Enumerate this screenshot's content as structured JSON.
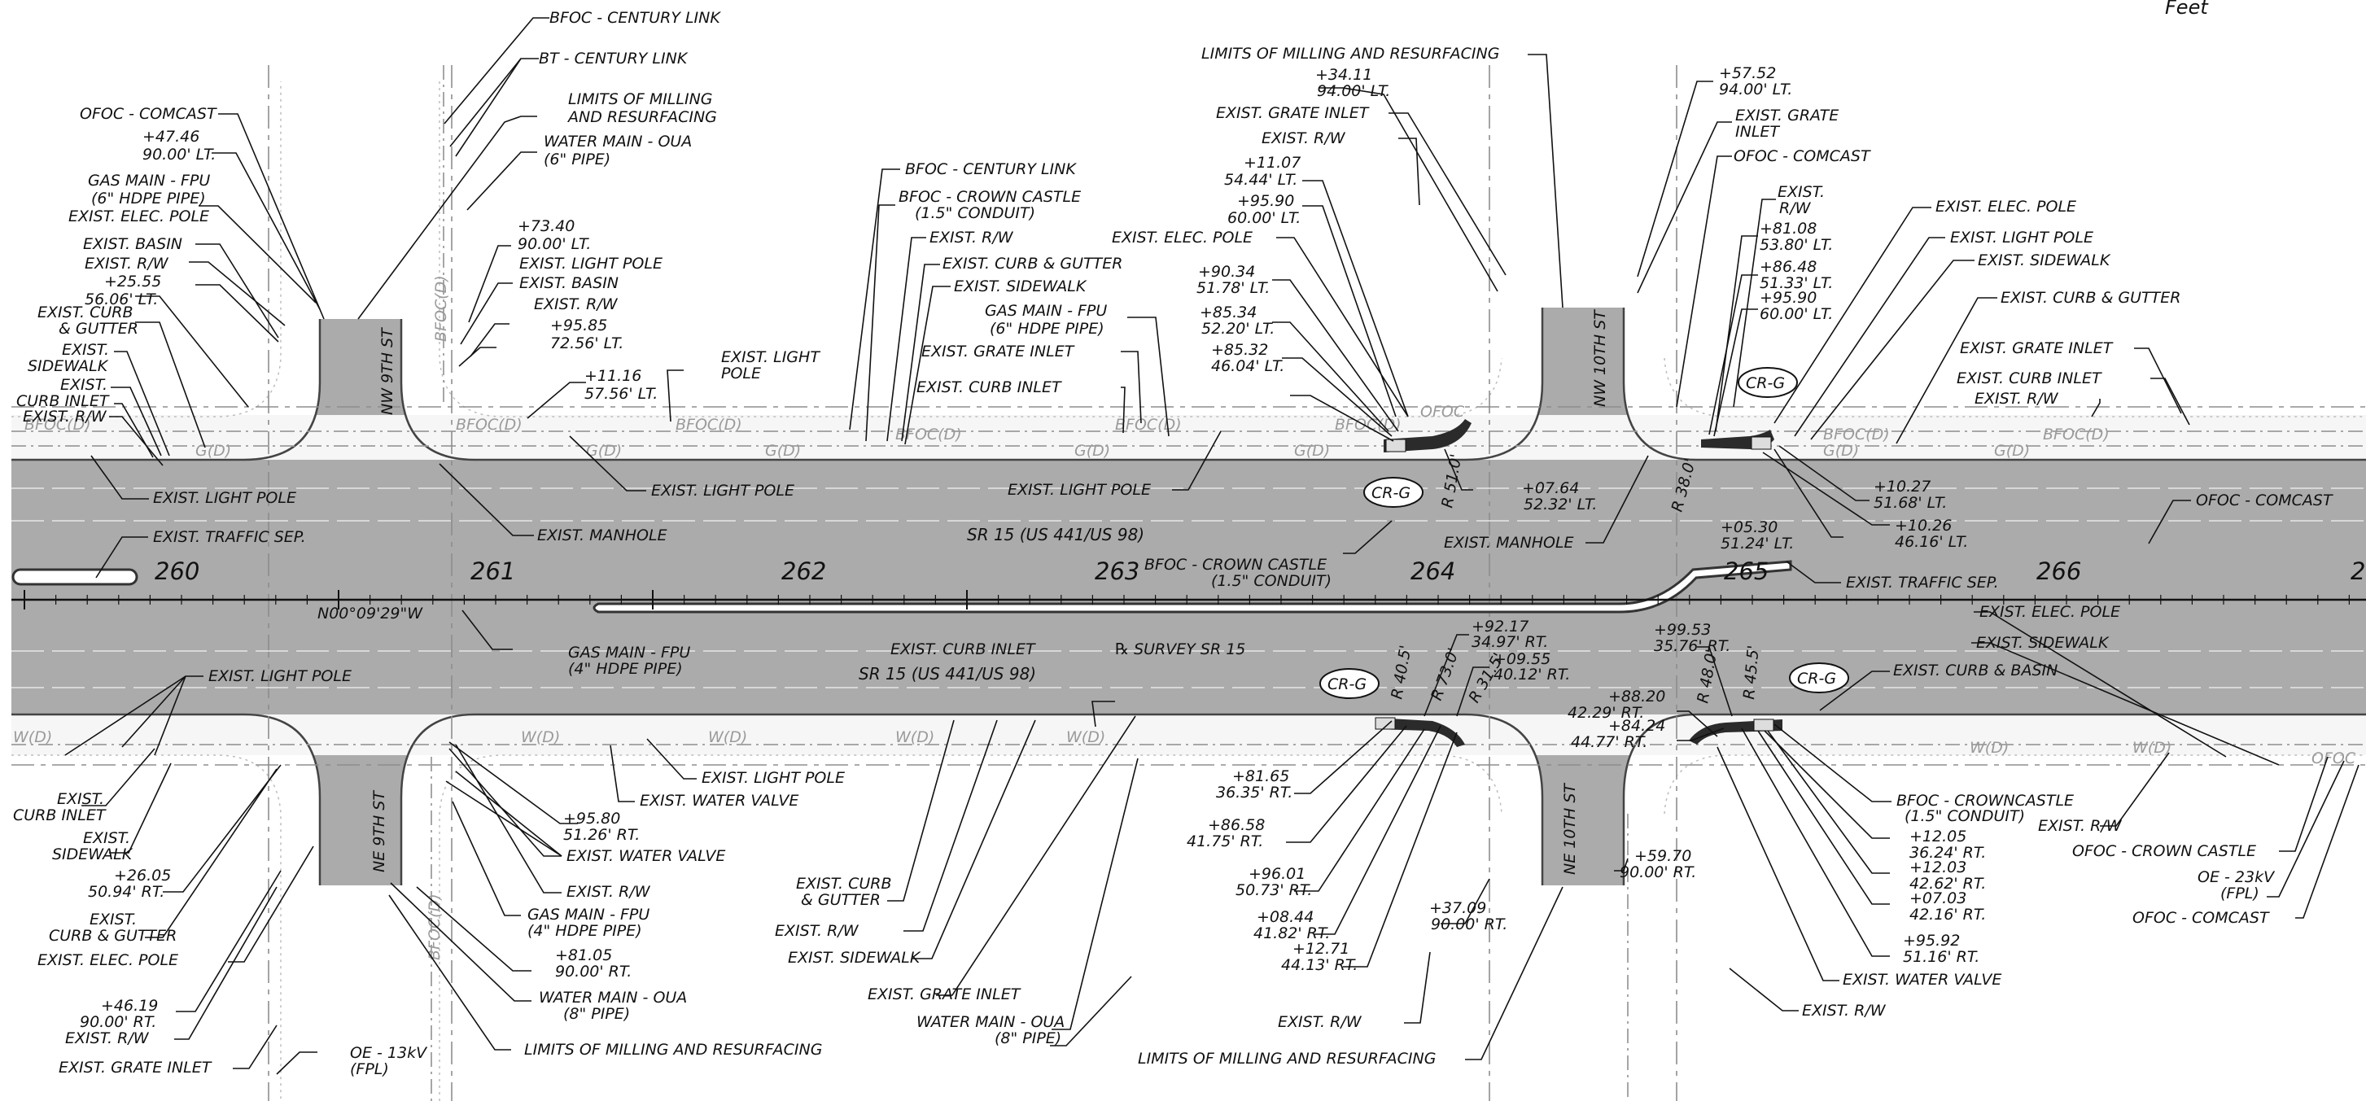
{
  "scale_unit": "Feet",
  "roadway": {
    "name_north": "SR 15 (US 441/US 98)",
    "name_south": "SR 15 (US 441/US 98)",
    "baseline": "℞ SURVEY SR 15",
    "bearing": "N00°09'29\"W",
    "stations": [
      "260",
      "261",
      "262",
      "263",
      "264",
      "265",
      "266",
      "2"
    ]
  },
  "streets": [
    "NW 9TH ST",
    "NE 9TH ST",
    "NW 10TH ST",
    "NE 10TH ST"
  ],
  "ramp_tag": "CR-G",
  "radii": [
    "R 51.0'",
    "R 38.0'",
    "R 40.5'",
    "R 73.0'",
    "R 31.5'",
    "R 48.0'",
    "R 45.5'"
  ],
  "utility_codes": {
    "bfoc": "BFOC(D)",
    "gas": "G(D)",
    "water": "W(D)",
    "ofoc": "OFOC"
  },
  "labels": {
    "bfoc_cl_top": "BFOC - CENTURY LINK",
    "bt_cl": "BT - CENTURY LINK",
    "ofoc_comcast_1": "OFOC - COMCAST",
    "limits_1a": "LIMITS OF MILLING",
    "limits_1b": "AND RESURFACING",
    "st_4746": "+47.46",
    "off_9000lt_a": "90.00' LT.",
    "wm_oua_1": "WATER MAIN - OUA",
    "wm_oua_1b": "(6\" PIPE)",
    "gas_fpu_1": "GAS MAIN - FPU",
    "gas_fpu_1b": "(6\" HDPE PIPE)",
    "elec_pole_1": "EXIST. ELEC. POLE",
    "basin_1": "EXIST. BASIN",
    "rw_1": "EXIST. R/W",
    "st_2555": "+25.55",
    "off_5606lt": "56.06' LT.",
    "curb_1a": "EXIST. CURB",
    "curb_1b": "& GUTTER",
    "sw_1a": "EXIST.",
    "sw_1b": "SIDEWALK",
    "ci_1a": "EXIST.",
    "ci_1b": "CURB INLET",
    "rw_2": "EXIST. R/W",
    "st_7340": "+73.40",
    "off_9000lt_b": "90.00' LT.",
    "lp_1": "EXIST. LIGHT POLE",
    "basin_2": "EXIST. BASIN",
    "rw_3": "EXIST. R/W",
    "st_9585": "+95.85",
    "off_7256lt": "72.56' LT.",
    "st_1116": "+11.16",
    "off_5756lt": "57.56' LT.",
    "lp_2a": "EXIST. LIGHT",
    "lp_2b": "POLE",
    "bfoc_cl_mid": "BFOC - CENTURY LINK",
    "bfoc_cc_a": "BFOC - CROWN CASTLE",
    "bfoc_cc_b": "(1.5\" CONDUIT)",
    "rw_4": "EXIST. R/W",
    "curb_2": "EXIST. CURB & GUTTER",
    "sw_2": "EXIST. SIDEWALK",
    "gas_fpu_2": "GAS MAIN - FPU",
    "gas_fpu_2b": "(6\" HDPE PIPE)",
    "gi_1": "EXIST. GRATE INLET",
    "ci_2": "EXIST. CURB INLET",
    "lp_3": "EXIST. LIGHT POLE",
    "lp_4": "EXIST. LIGHT POLE",
    "lp_5": "EXIST. LIGHT POLE",
    "manhole_1": "EXIST. MANHOLE",
    "traffic_sep_1": "EXIST. TRAFFIC SEP.",
    "limits_2": "LIMITS OF MILLING AND RESURFACING",
    "st_3411": "+34.11",
    "off_9400lt_a": "94.00' LT.",
    "gi_2": "EXIST. GRATE INLET",
    "rw_5": "EXIST. R/W",
    "st_1107": "+11.07",
    "off_5444lt": "54.44' LT.",
    "st_9590a": "+95.90",
    "off_6000lt_a": "60.00' LT.",
    "elec_pole_2": "EXIST. ELEC. POLE",
    "st_9034": "+90.34",
    "off_5178lt": "51.78' LT.",
    "st_8534": "+85.34",
    "off_5220lt": "52.20' LT.",
    "st_8532": "+85.32",
    "off_4604lt": "46.04' LT.",
    "st_0764": "+07.64",
    "off_5232lt": "52.32' LT.",
    "bfoc_cc_2a": "BFOC - CROWN CASTLE",
    "bfoc_cc_2b": "(1.5\" CONDUIT)",
    "st_5752": "+57.52",
    "off_9400lt_b": "94.00' LT.",
    "gi_3a": "EXIST. GRATE",
    "gi_3b": "INLET",
    "ofoc_comcast_2": "OFOC - COMCAST",
    "rw_6a": "EXIST.",
    "rw_6b": "R/W",
    "st_8108": "+81.08",
    "off_5380lt": "53.80' LT.",
    "st_8648": "+86.48",
    "off_5133lt": "51.33' LT.",
    "st_9590b": "+95.90",
    "off_6000lt_b": "60.00' LT.",
    "elec_pole_3": "EXIST. ELEC. POLE",
    "lp_6": "EXIST. LIGHT POLE",
    "sw_3": "EXIST. SIDEWALK",
    "curb_3": "EXIST. CURB  & GUTTER",
    "gi_4": "EXIST. GRATE INLET",
    "ci_3": "EXIST. CURB INLET",
    "rw_7": "EXIST. R/W",
    "st_1027": "+10.27",
    "off_5168lt": "51.68' LT.",
    "st_0530": "+05.30",
    "off_5124lt": "51.24' LT.",
    "st_1026": "+10.26",
    "off_4616lt": "46.16' LT.",
    "manhole_2": "EXIST. MANHOLE",
    "traffic_sep_2": "EXIST. TRAFFIC SEP.",
    "ofoc_comcast_3": "OFOC - COMCAST",
    "lp_7": "EXIST. LIGHT POLE",
    "gas_fpu_3": "GAS MAIN - FPU",
    "gas_fpu_3b": "(4\" HDPE PIPE)",
    "ci_4": "EXIST. CURB INLET",
    "ci_5a": "EXIST.",
    "ci_5b": "CURB INLET",
    "sw_4a": "EXIST.",
    "sw_4b": "SIDEWALK",
    "st_2605": "+26.05",
    "off_5094rt": "50.94' RT.",
    "curb_4a": "EXIST.",
    "curb_4b": "CURB & GUTTER",
    "elec_pole_4": "EXIST. ELEC. POLE",
    "st_4619": "+46.19",
    "off_9000rt_a": "90.00' RT.",
    "rw_8": "EXIST. R/W",
    "gi_5": "EXIST. GRATE INLET",
    "oe_13kv_a": "OE - 13kV",
    "oe_13kv_b": "(FPL)",
    "lp_8": "EXIST. LIGHT POLE",
    "wv_1": "EXIST. WATER VALVE",
    "st_9580": "+95.80",
    "off_5126rt": "51.26' RT.",
    "wv_2": "EXIST. WATER VALVE",
    "rw_9": "EXIST. R/W",
    "gas_fpu_4": "GAS MAIN - FPU",
    "gas_fpu_4b": "(4\" HDPE PIPE)",
    "st_8105": "+81.05",
    "off_9000rt_b": "90.00' RT.",
    "wm_oua_2": "WATER MAIN - OUA",
    "wm_oua_2b": "(8\" PIPE)",
    "limits_3": "LIMITS OF MILLING AND RESURFACING",
    "curb_5a": "EXIST. CURB",
    "curb_5b": "& GUTTER",
    "rw_10": "EXIST. R/W",
    "sw_5": "EXIST. SIDEWALK",
    "gi_6": "EXIST. GRATE INLET",
    "wm_oua_3": "WATER MAIN - OUA",
    "wm_oua_3b": "(8\" PIPE)",
    "st_9217": "+92.17",
    "off_3497rt": "34.97' RT.",
    "st_0955": "+09.55",
    "off_4012rt": "40.12' RT.",
    "st_8165": "+81.65",
    "off_3635rt": "36.35' RT.",
    "st_8658": "+86.58",
    "off_4175rt": "41.75' RT.",
    "st_9601": "+96.01",
    "off_5073rt": "50.73' RT.",
    "st_0844": "+08.44",
    "off_4182rt": "41.82' RT.",
    "st_1271": "+12.71",
    "off_4413rt": "44.13' RT.",
    "rw_11": "EXIST. R/W",
    "st_3709": "+37.09",
    "off_9000rt_c": "90.00' RT.",
    "limits_4": "LIMITS OF MILLING AND RESURFACING",
    "st_9953": "+99.53",
    "off_3576rt": "35.76' RT.",
    "st_8820": "+88.20",
    "off_4229rt": "42.29' RT.",
    "st_8424": "+84.24",
    "off_4477rt": "44.77' RT.",
    "st_5970": "+59.70",
    "off_9000rt_d": "90.00' RT.",
    "elec_pole_5": "EXIST. ELEC. POLE",
    "sw_6": "EXIST. SIDEWALK",
    "curb_basin": "EXIST. CURB & BASIN",
    "bfoc_cc_3a": "BFOC - CROWNCASTLE",
    "bfoc_cc_3b": "(1.5\" CONDUIT)",
    "st_1205": "+12.05",
    "off_3624rt": "36.24' RT.",
    "st_1203": "+12.03",
    "off_4262rt": "42.62' RT.",
    "st_0703": "+07.03",
    "off_4216rt": "42.16' RT.",
    "st_9592": "+95.92",
    "off_5116rt": "51.16' RT.",
    "wv_3": "EXIST. WATER VALVE",
    "rw_12": "EXIST. R/W",
    "rw_13": "EXIST. R/W",
    "ofoc_cc": "OFOC - CROWN CASTLE",
    "oe_23kv_a": "OE - 23kV",
    "oe_23kv_b": "(FPL)",
    "ofoc_comcast_4": "OFOC - COMCAST"
  }
}
